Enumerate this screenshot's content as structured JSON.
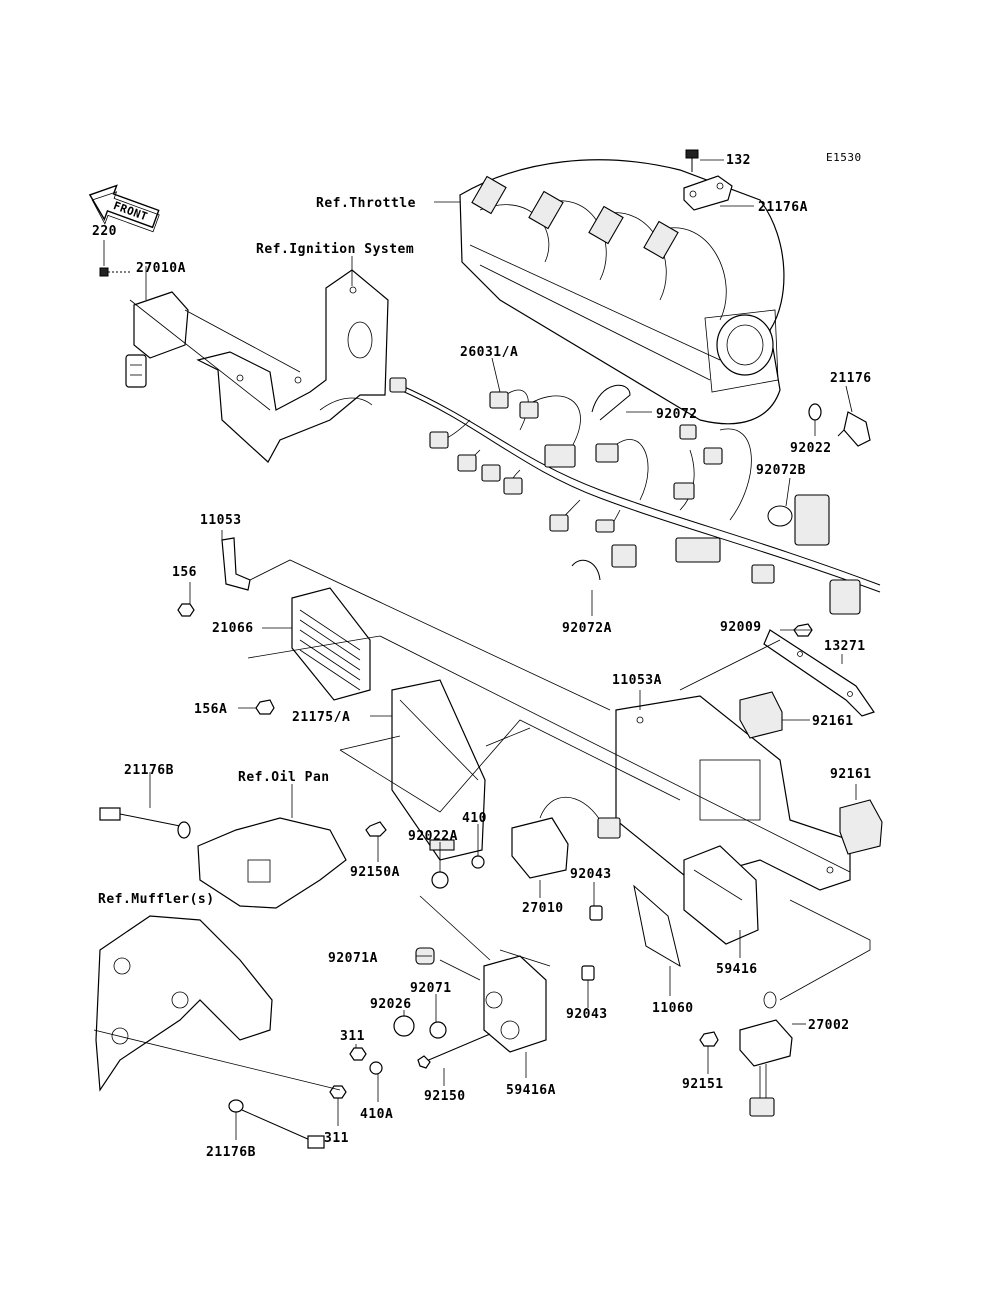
{
  "diagram_code": "E1530",
  "front_label": "FRONT",
  "refs": {
    "throttle": "Ref.Throttle",
    "ignition": "Ref.Ignition System",
    "oil_pan": "Ref.Oil Pan",
    "muffler": "Ref.Muffler(s)"
  },
  "parts": [
    "132",
    "21176A",
    "220",
    "27010A",
    "26031/A",
    "92072",
    "21176",
    "92022",
    "92072B",
    "92072A",
    "11053",
    "156",
    "21066",
    "92009",
    "13271",
    "11053A",
    "92161",
    "156A",
    "21175/A",
    "92161",
    "21176B",
    "410",
    "92022A",
    "92150A",
    "92043",
    "27010",
    "59416",
    "92071A",
    "92071",
    "92026",
    "92043",
    "11060",
    "311",
    "27002",
    "92150",
    "59416A",
    "410A",
    "92151",
    "311",
    "21176B"
  ]
}
